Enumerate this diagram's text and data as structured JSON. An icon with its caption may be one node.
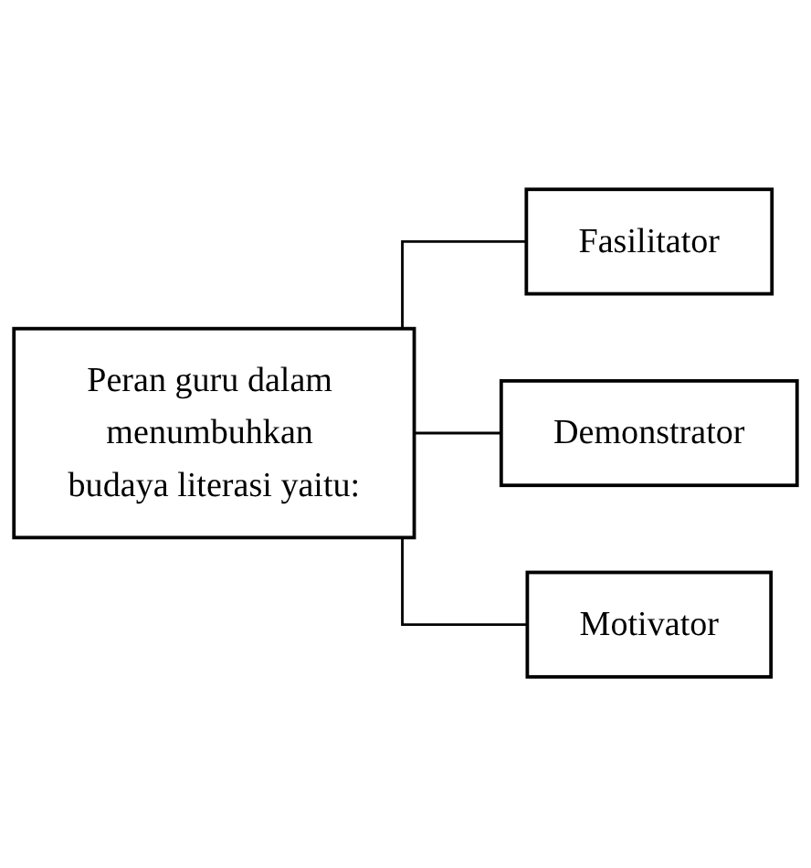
{
  "diagram": {
    "nodes": [
      {
        "text": [
          "Peran guru dalam menumbuhkan budaya literasi yaitu:"
        ]
      },
      {
        "text": [
          "Fasilitator"
        ]
      },
      {
        "text": [
          "Demonstrator"
        ]
      },
      {
        "text": [
          "Motivator"
        ]
      }
    ],
    "edges": [
      {
        "from": 0,
        "to": 1,
        "arrow": "none"
      },
      {
        "from": 0,
        "to": 2,
        "arrow": "none"
      },
      {
        "from": 0,
        "to": 3,
        "arrow": "none"
      }
    ]
  }
}
